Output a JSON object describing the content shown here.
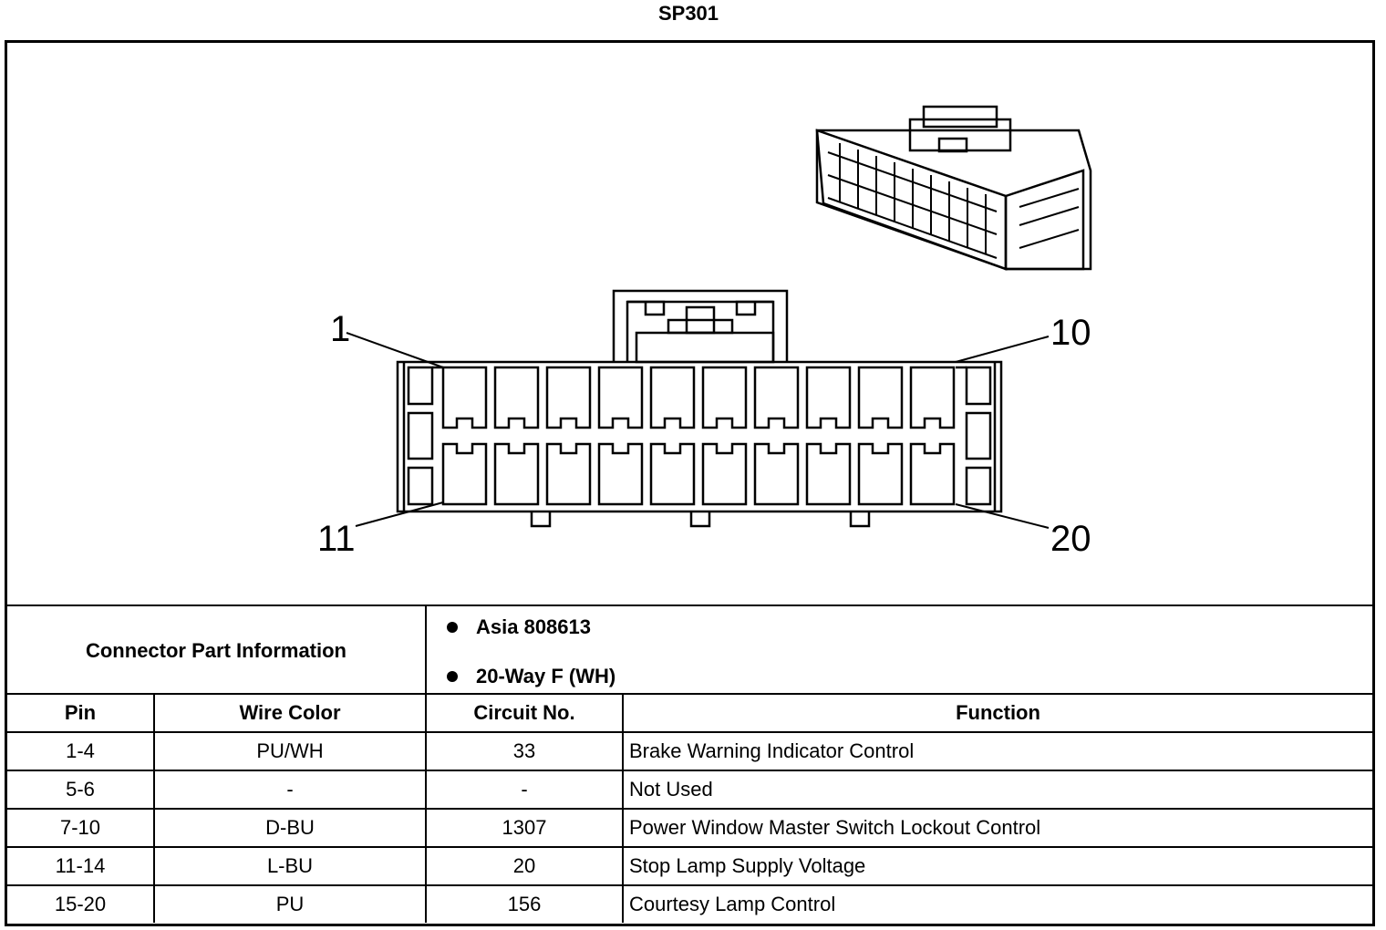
{
  "title": "SP301",
  "pin_labels": {
    "top_left": "1",
    "top_right": "10",
    "bottom_left": "11",
    "bottom_right": "20"
  },
  "connector_info": {
    "label": "Connector Part Information",
    "items": [
      "Asia 808613",
      "20-Way F (WH)"
    ]
  },
  "table": {
    "headers": [
      "Pin",
      "Wire Color",
      "Circuit No.",
      "Function"
    ],
    "rows": [
      [
        "1-4",
        "PU/WH",
        "33",
        "Brake Warning Indicator Control"
      ],
      [
        "5-6",
        "-",
        "-",
        "Not Used"
      ],
      [
        "7-10",
        "D-BU",
        "1307",
        "Power Window Master Switch Lockout Control"
      ],
      [
        "11-14",
        "L-BU",
        "20",
        "Stop Lamp Supply Voltage"
      ],
      [
        "15-20",
        "PU",
        "156",
        "Courtesy Lamp Control"
      ]
    ]
  }
}
